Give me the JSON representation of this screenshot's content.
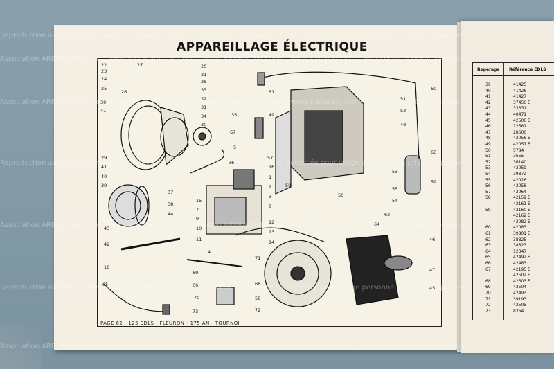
{
  "page": {
    "title": "APPAREILLAGE ÉLECTRIQUE",
    "footer": "PAGE 62 - 125 EDLS - FLEURON - 175 AN - TOURNOI"
  },
  "table": {
    "col_repere": "Repérage",
    "col_ref": "Référence EDLS",
    "rows": [
      {
        "r": "39",
        "v": "41425"
      },
      {
        "r": "40",
        "v": "41426"
      },
      {
        "r": "41",
        "v": "41427"
      },
      {
        "r": "42",
        "v": "37456 E"
      },
      {
        "r": "43",
        "v": "33331"
      },
      {
        "r": "44",
        "v": "40471"
      },
      {
        "r": "45",
        "v": "42506 E"
      },
      {
        "r": "46",
        "v": "12581"
      },
      {
        "r": "47",
        "v": "28600"
      },
      {
        "r": "48",
        "v": "42056 E"
      },
      {
        "r": "49",
        "v": "42057 E"
      },
      {
        "r": "50",
        "v": "5784"
      },
      {
        "r": "51",
        "v": "3655"
      },
      {
        "r": "52",
        "v": "36140"
      },
      {
        "r": "53",
        "v": "42059"
      },
      {
        "r": "54",
        "v": "39872"
      },
      {
        "r": "55",
        "v": "42026"
      },
      {
        "r": "56",
        "v": "42058"
      },
      {
        "r": "57",
        "v": "42064"
      },
      {
        "r": "58",
        "v": "42159 E"
      },
      {
        "r": "",
        "v": "42161 E"
      },
      {
        "r": "59",
        "v": "42160 E"
      },
      {
        "r": "",
        "v": "42162 E"
      },
      {
        "r": "",
        "v": "42082 E"
      },
      {
        "r": "60",
        "v": "42083"
      },
      {
        "r": "61",
        "v": "39801 E"
      },
      {
        "r": "62",
        "v": "38825"
      },
      {
        "r": "63",
        "v": "38823"
      },
      {
        "r": "64",
        "v": "12347"
      },
      {
        "r": "65",
        "v": "42492 E"
      },
      {
        "r": "66",
        "v": "42483"
      },
      {
        "r": "67",
        "v": "42195 E"
      },
      {
        "r": "",
        "v": "42502 E"
      },
      {
        "r": "68",
        "v": "42503 E"
      },
      {
        "r": "69",
        "v": "42504"
      },
      {
        "r": "70",
        "v": "42493"
      },
      {
        "r": "71",
        "v": "39193"
      },
      {
        "r": "72",
        "v": "42505"
      },
      {
        "r": "73",
        "v": "8364"
      }
    ]
  },
  "callouts": {
    "c22": "22",
    "c23": "23",
    "c24": "24",
    "c25": "25",
    "c26": "26",
    "c27": "27",
    "c20": "20",
    "c21": "21",
    "c28": "28",
    "c33": "33",
    "c32": "32",
    "c31": "31",
    "c34": "34",
    "c35": "35",
    "c39": "39",
    "c41": "41",
    "c30": "30",
    "c67": "67",
    "c5": "5",
    "c49": "49",
    "c29": "29",
    "c36": "36",
    "c40": "40",
    "c37": "37",
    "c38": "38",
    "c44": "44",
    "c43": "43",
    "c42": "42",
    "c16": "16",
    "c1": "1",
    "c2": "2",
    "c3": "3",
    "c15": "15",
    "c7": "7",
    "c9": "9",
    "c10": "10",
    "c11": "11",
    "c8": "8",
    "c12": "12",
    "c13": "13",
    "c14": "14",
    "c18": "18",
    "c4": "4",
    "c71": "71",
    "c69": "69",
    "c66": "66",
    "c65": "65",
    "c70": "70",
    "c73": "73",
    "c68": "68",
    "c58": "58",
    "c72": "72",
    "c61": "61",
    "c60": "60",
    "c51": "51",
    "c52": "52",
    "c48": "48",
    "c63": "63",
    "c57": "57",
    "c50": "50",
    "c53": "53",
    "c55": "55",
    "c59": "59",
    "c54": "54",
    "c56": "56",
    "c64": "64",
    "c62": "62",
    "c46": "46",
    "c47": "47",
    "c45": "45"
  },
  "watermarks": {
    "w1": "Reproduction autorisée pour usage personnel et privé uniquement · Reproduction autorisée pour usage personnel et privé uniquement",
    "w2": "Association ARBRACAM Dijon – www.arbracam.org – Association ARBRACAM Dijon – www.arbracam.org – Association ARBRACAM Dijon"
  }
}
